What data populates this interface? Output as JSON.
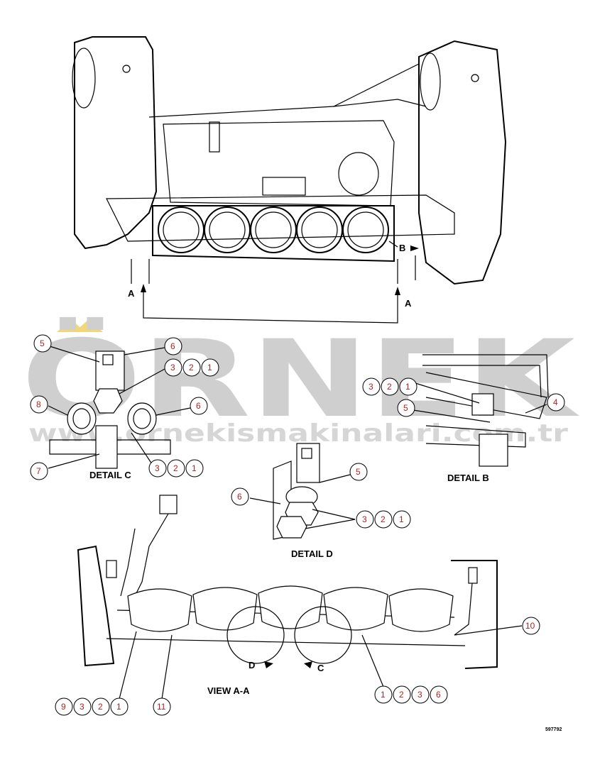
{
  "views": {
    "detail_c": "DETAIL C",
    "detail_b": "DETAIL B",
    "detail_d": "DETAIL D",
    "view_aa": "VIEW A-A"
  },
  "arrows": {
    "a_left": "A",
    "a_right": "A",
    "b_top": "B",
    "d_bottom": "D",
    "c_bottom": "C"
  },
  "callouts": {
    "dc_5": "5",
    "dc_6_top": "6",
    "dc_3": "3",
    "dc_2": "2",
    "dc_1": "1",
    "dc_8": "8",
    "dc_6_right": "6",
    "dc_7": "7",
    "dc_3b": "3",
    "dc_2b": "2",
    "dc_1b": "1",
    "db_3": "3",
    "db_2": "2",
    "db_1": "1",
    "db_5": "5",
    "db_4": "4",
    "dd_5": "5",
    "dd_6": "6",
    "dd_3": "3",
    "dd_2": "2",
    "dd_1": "1",
    "va_10": "10",
    "va_9": "9",
    "va_3": "3",
    "va_2": "2",
    "va_1": "1",
    "va_11": "11",
    "vb_1": "1",
    "vb_2": "2",
    "vb_3": "3",
    "vb_6": "6"
  },
  "watermark": {
    "brand": "ÖRNEK",
    "url": "www.ornekismakinalari.com.tr"
  },
  "figure_code": "597792"
}
